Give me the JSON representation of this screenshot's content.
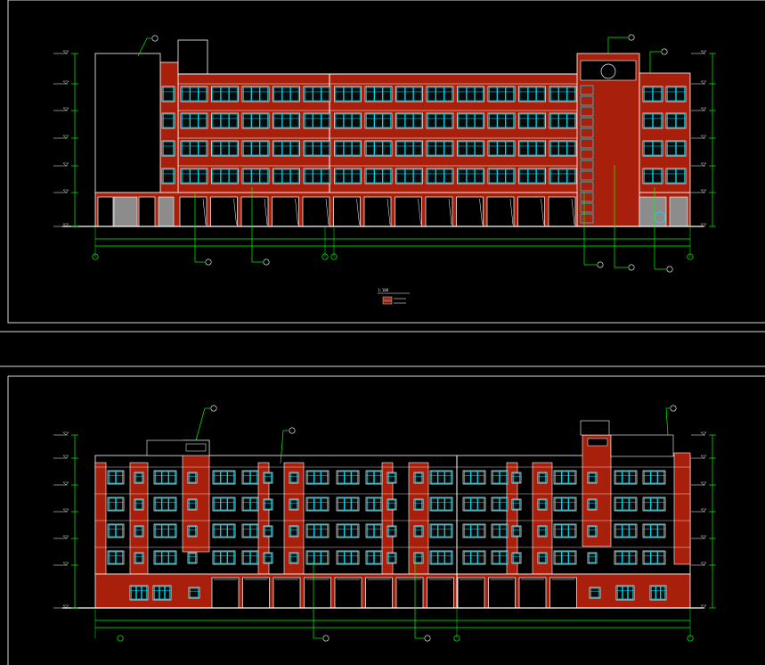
{
  "drawing": {
    "legend": {
      "title": "1:100",
      "items": [
        "",
        ""
      ]
    },
    "colors": {
      "background": "#000000",
      "brick": "#a8200c",
      "wall_dark": "#7a1808",
      "glass": "#00e5ff",
      "frame": "#ffffff",
      "dimension": "#00ff00",
      "callout": "#00ff00",
      "panel_border": "#dcdcdc",
      "grey_panel": "#8c8c8c"
    },
    "elevations": [
      {
        "id": "front-elevation",
        "axis_labels": [
          "",
          "",
          "",
          "",
          "",
          ""
        ]
      },
      {
        "id": "rear-elevation",
        "axis_labels": [
          "",
          "",
          ""
        ]
      }
    ]
  }
}
